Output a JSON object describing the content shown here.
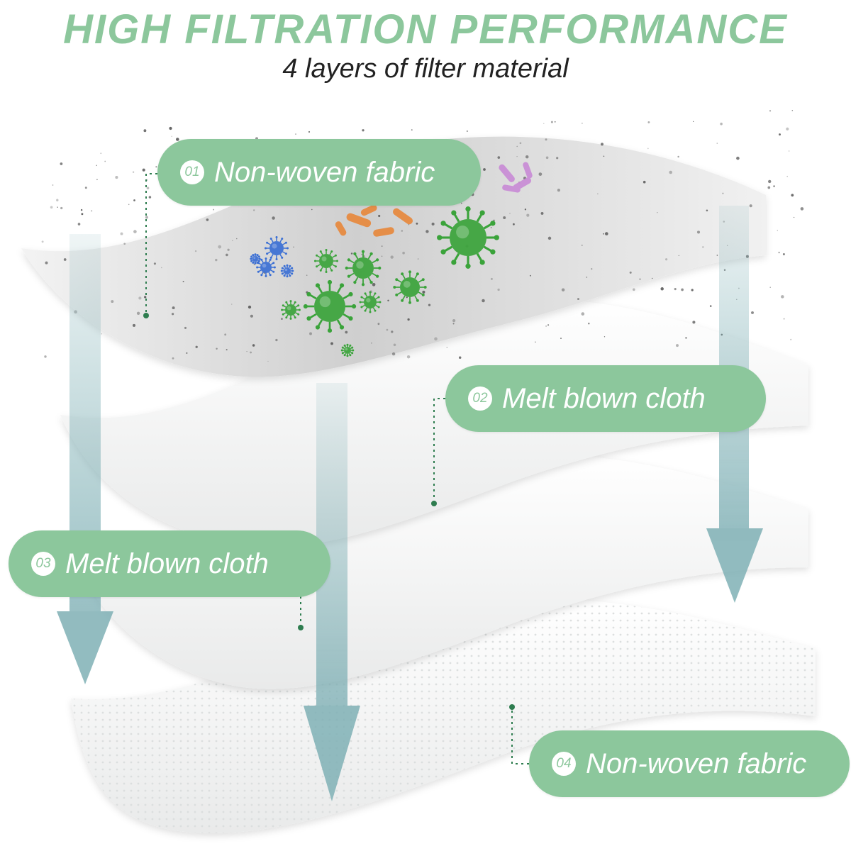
{
  "header": {
    "title": "HIGH FILTRATION PERFORMANCE",
    "subtitle": "4 layers of filter material"
  },
  "layers": [
    {
      "number": "01",
      "label": "Non-woven fabric"
    },
    {
      "number": "02",
      "label": "Melt blown cloth"
    },
    {
      "number": "03",
      "label": "Melt blown cloth"
    },
    {
      "number": "04",
      "label": "Non-woven fabric"
    }
  ],
  "colors": {
    "title": "#8cc79c",
    "pill": "#8cc79c",
    "arrow": "#7fb0b5",
    "connector": "#2e7d4f",
    "virus_green": "#3aa33a",
    "virus_blue": "#3b6fd4",
    "bacteria_orange": "#e8873a",
    "bacteria_purple": "#c98ad6",
    "dust": "#555555"
  },
  "icons": [
    "virus-icon",
    "bacteria-icon",
    "down-arrow-icon"
  ]
}
